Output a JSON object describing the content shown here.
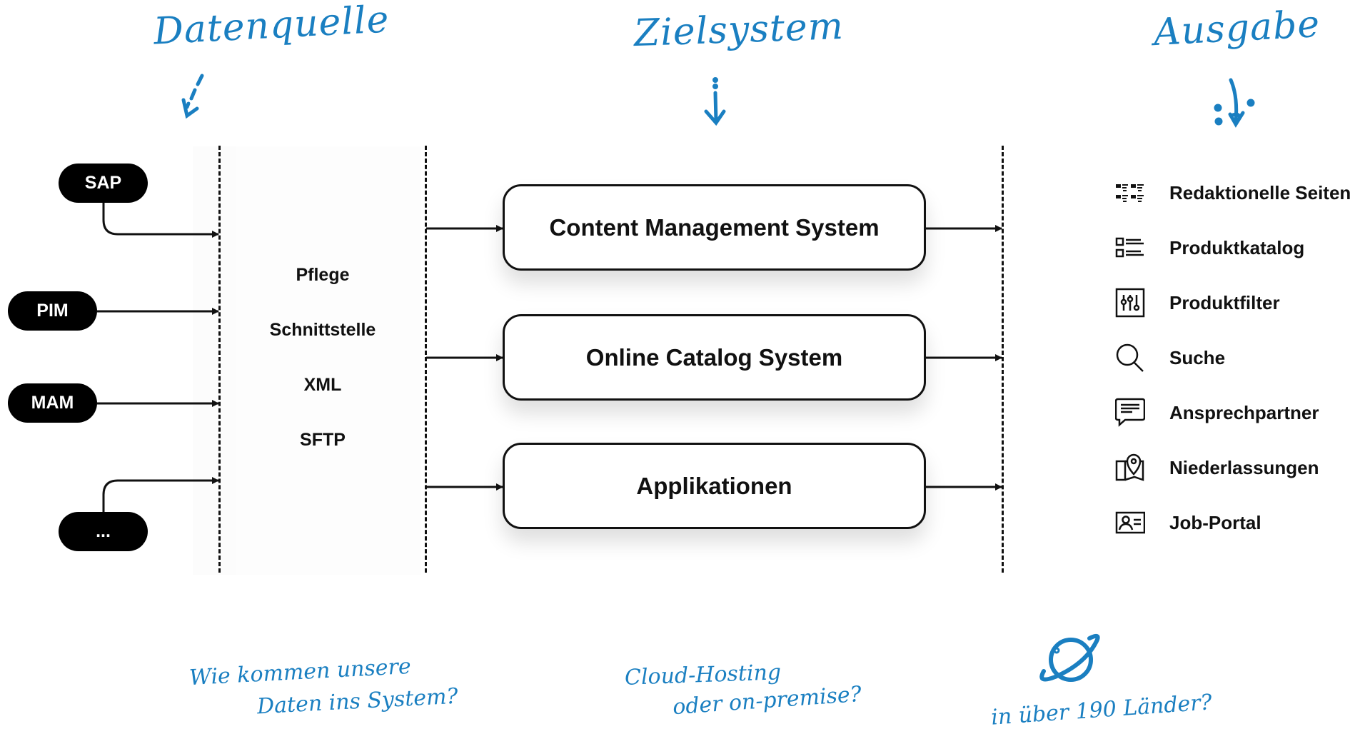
{
  "headers": {
    "source": "Datenquelle",
    "target": "Zielsystem",
    "output": "Ausgabe"
  },
  "sources": [
    {
      "label": "SAP"
    },
    {
      "label": "PIM"
    },
    {
      "label": "MAM"
    },
    {
      "label": "..."
    }
  ],
  "transfer_methods": [
    "Pflege",
    "Schnittstelle",
    "XML",
    "SFTP"
  ],
  "target_systems": [
    {
      "label": "Content Management System"
    },
    {
      "label": "Online Catalog System"
    },
    {
      "label": "Applikationen"
    }
  ],
  "outputs": [
    {
      "label": "Redaktionelle Seiten",
      "icon": "layout-blocks-icon"
    },
    {
      "label": "Produktkatalog",
      "icon": "list-icon"
    },
    {
      "label": "Produktfilter",
      "icon": "sliders-filter-icon"
    },
    {
      "label": "Suche",
      "icon": "search-icon"
    },
    {
      "label": "Ansprechpartner",
      "icon": "chat-bubble-icon"
    },
    {
      "label": "Niederlassungen",
      "icon": "map-pin-icon"
    },
    {
      "label": "Job-Portal",
      "icon": "id-card-icon"
    }
  ],
  "notes": {
    "source_line1": "Wie kommen unsere",
    "source_line2": "Daten ins System?",
    "target_line1": "Cloud-Hosting",
    "target_line2": "oder on-premise?",
    "output_line1": "in über 190 Länder?"
  },
  "colors": {
    "accent": "#1a7fc1",
    "ink": "#111111",
    "pill": "#000000"
  }
}
